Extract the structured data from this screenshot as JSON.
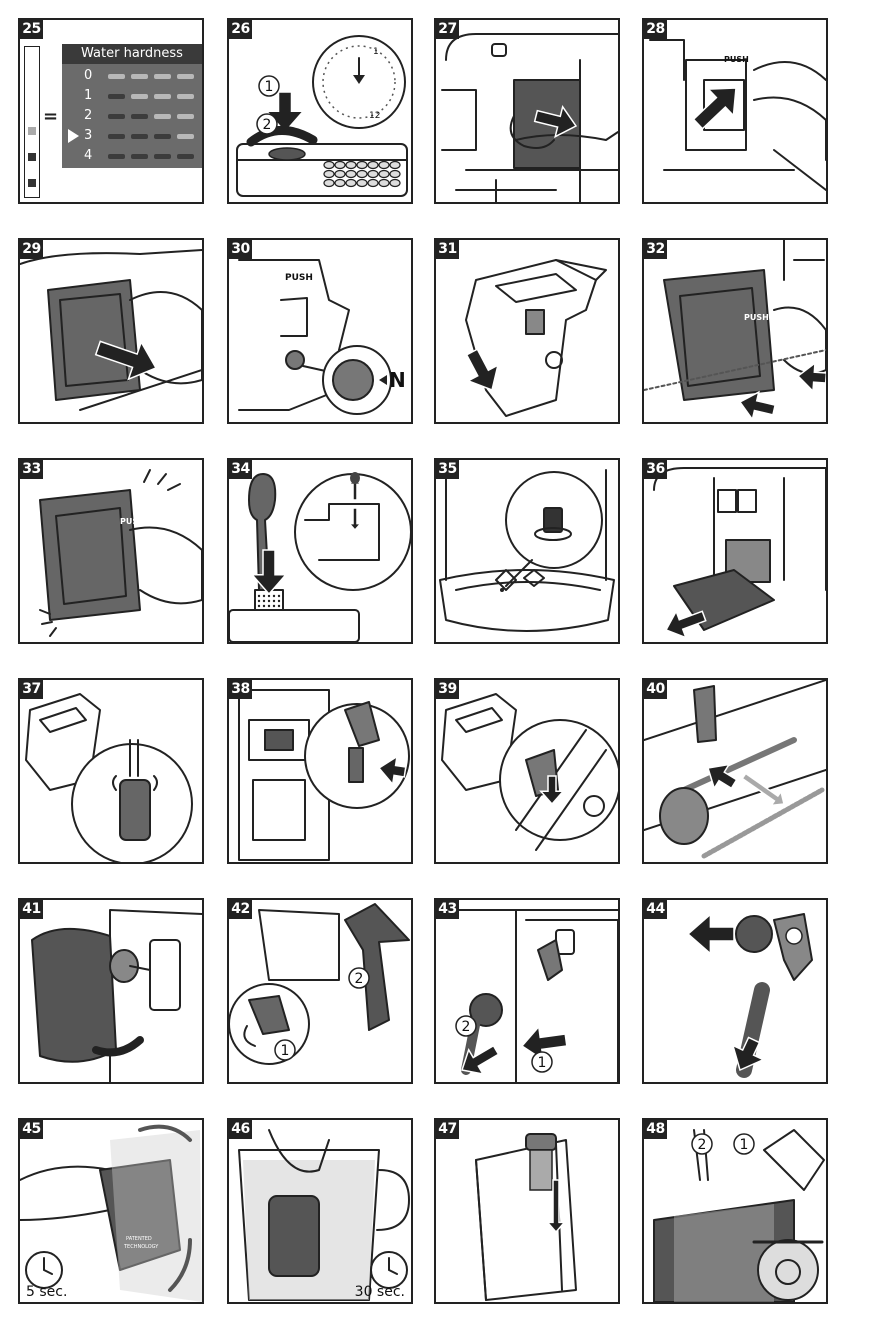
{
  "panels": [
    {
      "number": "25",
      "kind": "hardness"
    },
    {
      "number": "26",
      "kind": "grinder",
      "labels": [
        "1",
        "2"
      ],
      "dial_labels": [
        "1",
        "12"
      ]
    },
    {
      "number": "27",
      "kind": "open-door"
    },
    {
      "number": "28",
      "kind": "push-button",
      "labels": [
        "PUSH"
      ]
    },
    {
      "number": "29",
      "kind": "remove-group"
    },
    {
      "number": "30",
      "kind": "brew-detail",
      "labels": [
        "PUSH",
        "N"
      ]
    },
    {
      "number": "31",
      "kind": "brew-group"
    },
    {
      "number": "32",
      "kind": "insert-group",
      "labels": [
        "PUSH"
      ]
    },
    {
      "number": "33",
      "kind": "click-group",
      "labels": [
        "PUSH"
      ]
    },
    {
      "number": "34",
      "kind": "spoon"
    },
    {
      "number": "35",
      "kind": "drip-tray"
    },
    {
      "number": "36",
      "kind": "remove-tray"
    },
    {
      "number": "37",
      "kind": "rinse-group"
    },
    {
      "number": "38",
      "kind": "lubricate-cylinder"
    },
    {
      "number": "39",
      "kind": "lubricate-shaft"
    },
    {
      "number": "40",
      "kind": "lubricate-rail"
    },
    {
      "number": "41",
      "kind": "milk-jug"
    },
    {
      "number": "42",
      "kind": "jug-parts",
      "labels": [
        "2",
        "1"
      ]
    },
    {
      "number": "43",
      "kind": "milk-spout",
      "labels": [
        "2",
        "1"
      ]
    },
    {
      "number": "44",
      "kind": "spout-parts"
    },
    {
      "number": "45",
      "kind": "shake-filter",
      "caption": "5 sec.",
      "filter_text": [
        "PATENTED",
        "TECHNOLOGY"
      ]
    },
    {
      "number": "46",
      "kind": "soak-filter",
      "caption": "30 sec."
    },
    {
      "number": "47",
      "kind": "tank-filter"
    },
    {
      "number": "48",
      "kind": "descale",
      "labels": [
        "2",
        "1"
      ]
    }
  ],
  "hardness": {
    "title": "Water hardness",
    "levels": [
      "0",
      "1",
      "2",
      "3",
      "4"
    ],
    "selected": "3",
    "bar_levels": [
      4,
      3,
      2,
      1,
      0
    ],
    "strip_levels": [
      1,
      0,
      0,
      0
    ],
    "equals": "=",
    "colors": {
      "table": "#6b6b6b",
      "header": "#3a3a3a",
      "bar_light": "#b8b8b8",
      "bar_dark": "#3c3c3c",
      "strip_light": "#aaaaaa",
      "strip_dark": "#333333"
    }
  }
}
